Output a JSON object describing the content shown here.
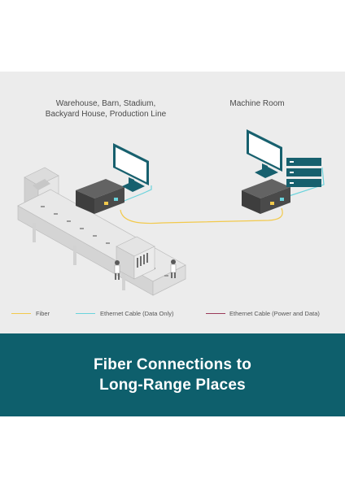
{
  "locations": {
    "left": "Warehouse, Barn, Stadium,\nBackyard House, Production Line",
    "right": "Machine Room"
  },
  "legend": [
    {
      "label": "Fiber",
      "color": "#f2c94c"
    },
    {
      "label": "Ethernet Cable (Data Only)",
      "color": "#6ad3dc"
    },
    {
      "label": "Ethernet Cable (Power and Data)",
      "color": "#9b3a5a"
    }
  ],
  "banner": {
    "title": "Fiber Connections to\nLong-Range Places",
    "color": "#0e5f6c"
  },
  "colors": {
    "background": "#ececec",
    "device": "#4a4a4a",
    "monitor": "#17606e",
    "monitor_screen": "#ffffff",
    "server": "#17606e"
  },
  "icons": {
    "left_monitor": "monitor-icon",
    "right_monitor": "monitor-icon",
    "server": "server-rack-icon",
    "left_converter": "media-converter-icon",
    "right_converter": "media-converter-icon",
    "conveyor": "production-line-icon",
    "workers": "worker-icon"
  }
}
